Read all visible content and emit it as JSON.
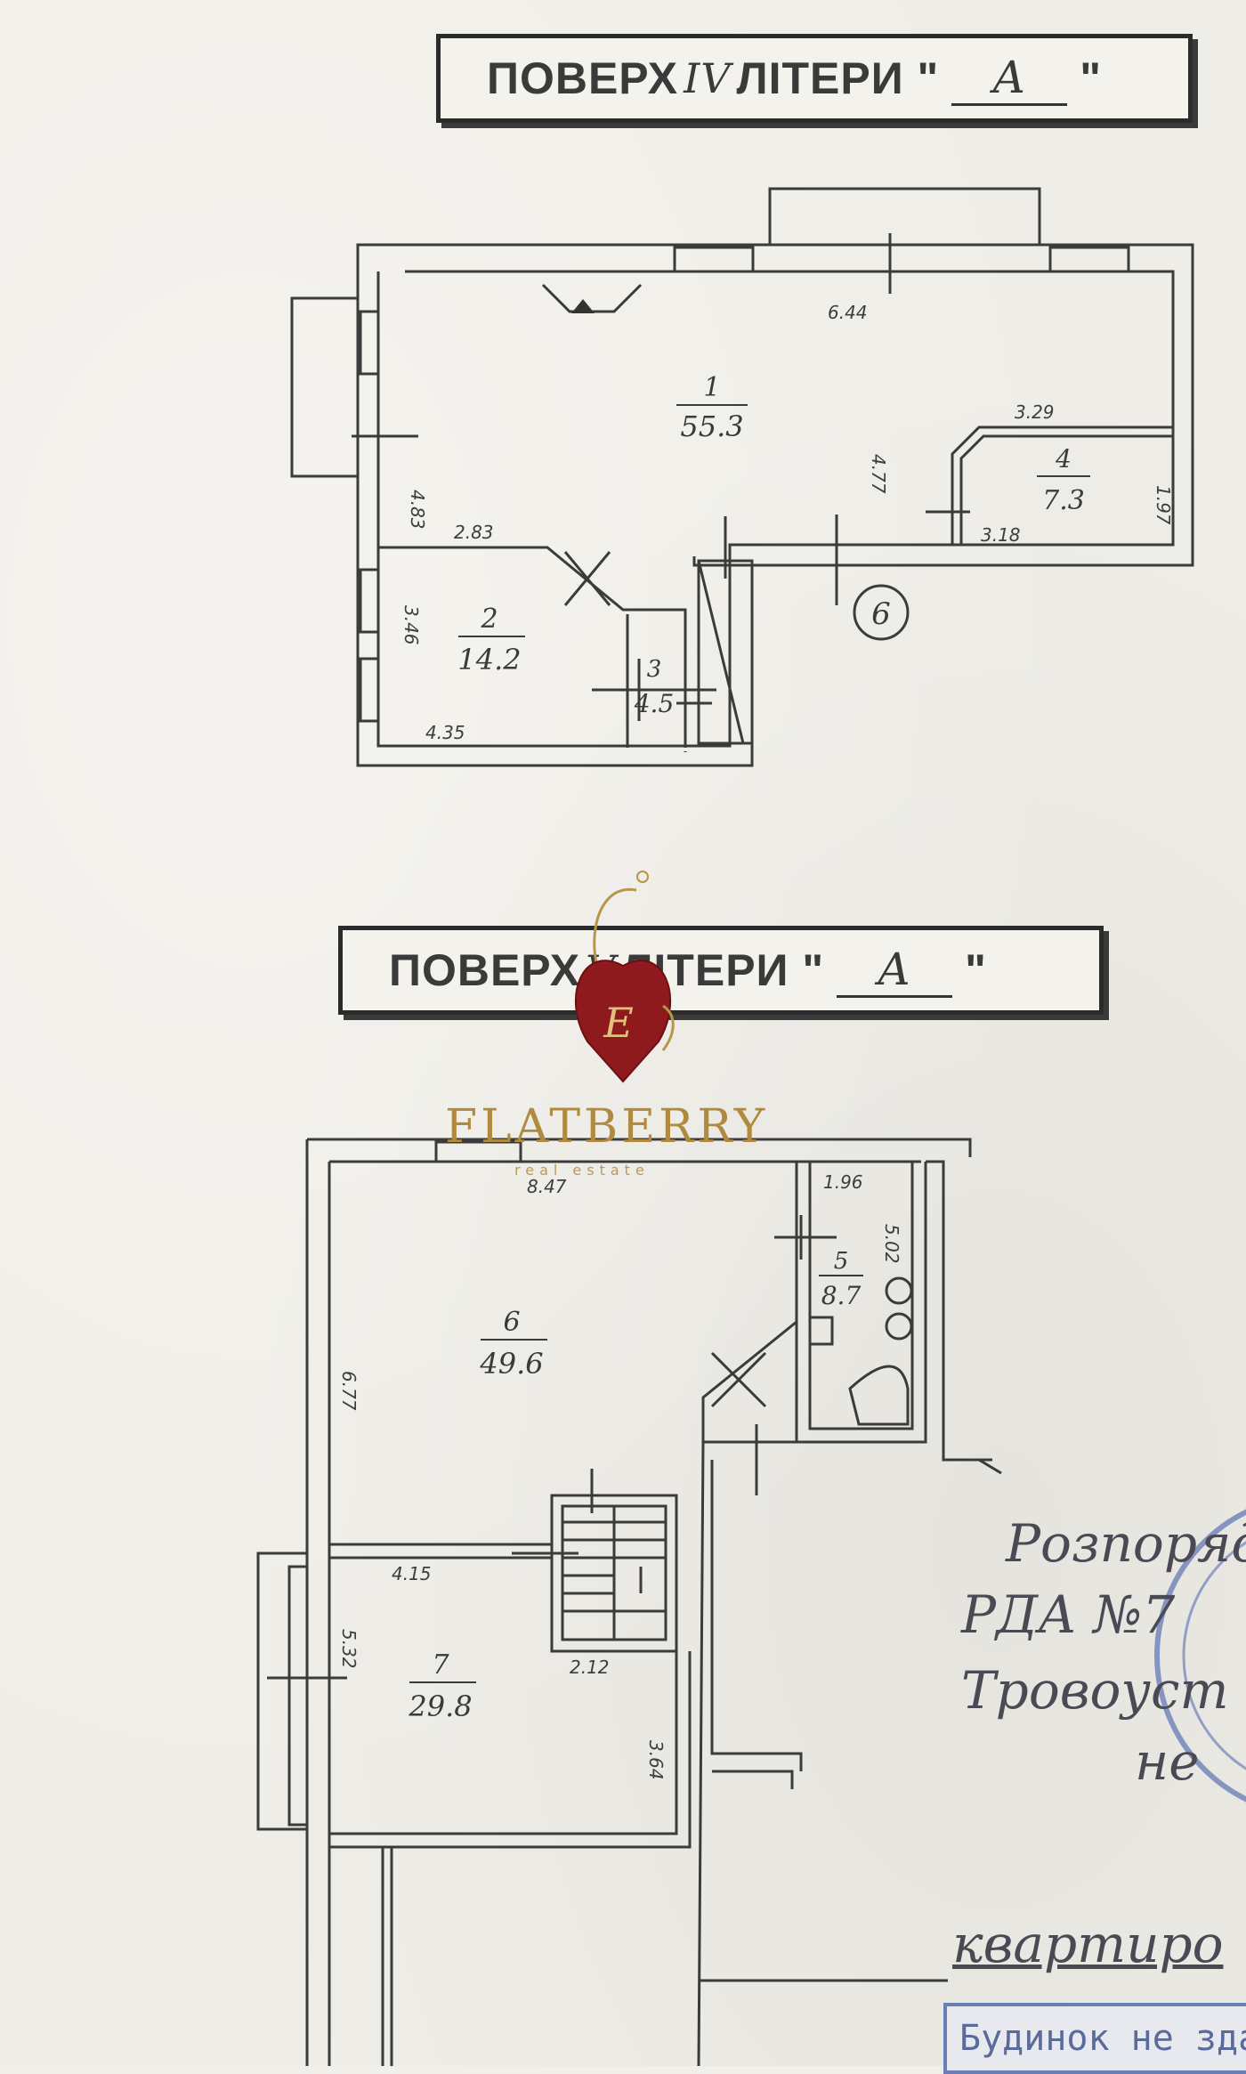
{
  "floor4": {
    "title_prefix": "ПОВЕРХ",
    "floor_num": "IV",
    "title_middle": "ЛІТЕРИ \"",
    "letter": "A",
    "title_end": "\"",
    "rooms": [
      {
        "num": "1",
        "area": "55.3"
      },
      {
        "num": "2",
        "area": "14.2"
      },
      {
        "num": "3",
        "area": "4.5"
      },
      {
        "num": "4",
        "area": "7.3"
      }
    ],
    "dims": {
      "d1": "6.44",
      "d2": "3.29",
      "d3": "4.83",
      "d4": "4.77",
      "d5": "1.97",
      "d6": "3.18",
      "d7": "2.83",
      "d8": "3.46",
      "d9": "4.35"
    },
    "marker": "6"
  },
  "floor5": {
    "title_prefix": "ПОВЕРХ",
    "floor_num": "V",
    "title_middle": "ЛІТЕРИ \"",
    "letter": "A",
    "title_end": "\"",
    "rooms": [
      {
        "num": "5",
        "area": "8.7"
      },
      {
        "num": "6",
        "area": "49.6"
      },
      {
        "num": "7",
        "area": "29.8"
      }
    ],
    "dims": {
      "d1": "8.47",
      "d2": "1.96",
      "d3": "5.02",
      "d4": "6.77",
      "d5": "4.15",
      "d6": "2.12",
      "d7": "5.32",
      "d8": "3.64"
    }
  },
  "handwriting": {
    "line1": "Розпоряд",
    "line2": "РДА №7",
    "line3": "Тровоуст",
    "line4": "не",
    "line5": "квартиро"
  },
  "stamp": {
    "text": "Будинок не зда"
  },
  "logo": {
    "brand": "FLATBERRY",
    "sub": "real estate"
  }
}
